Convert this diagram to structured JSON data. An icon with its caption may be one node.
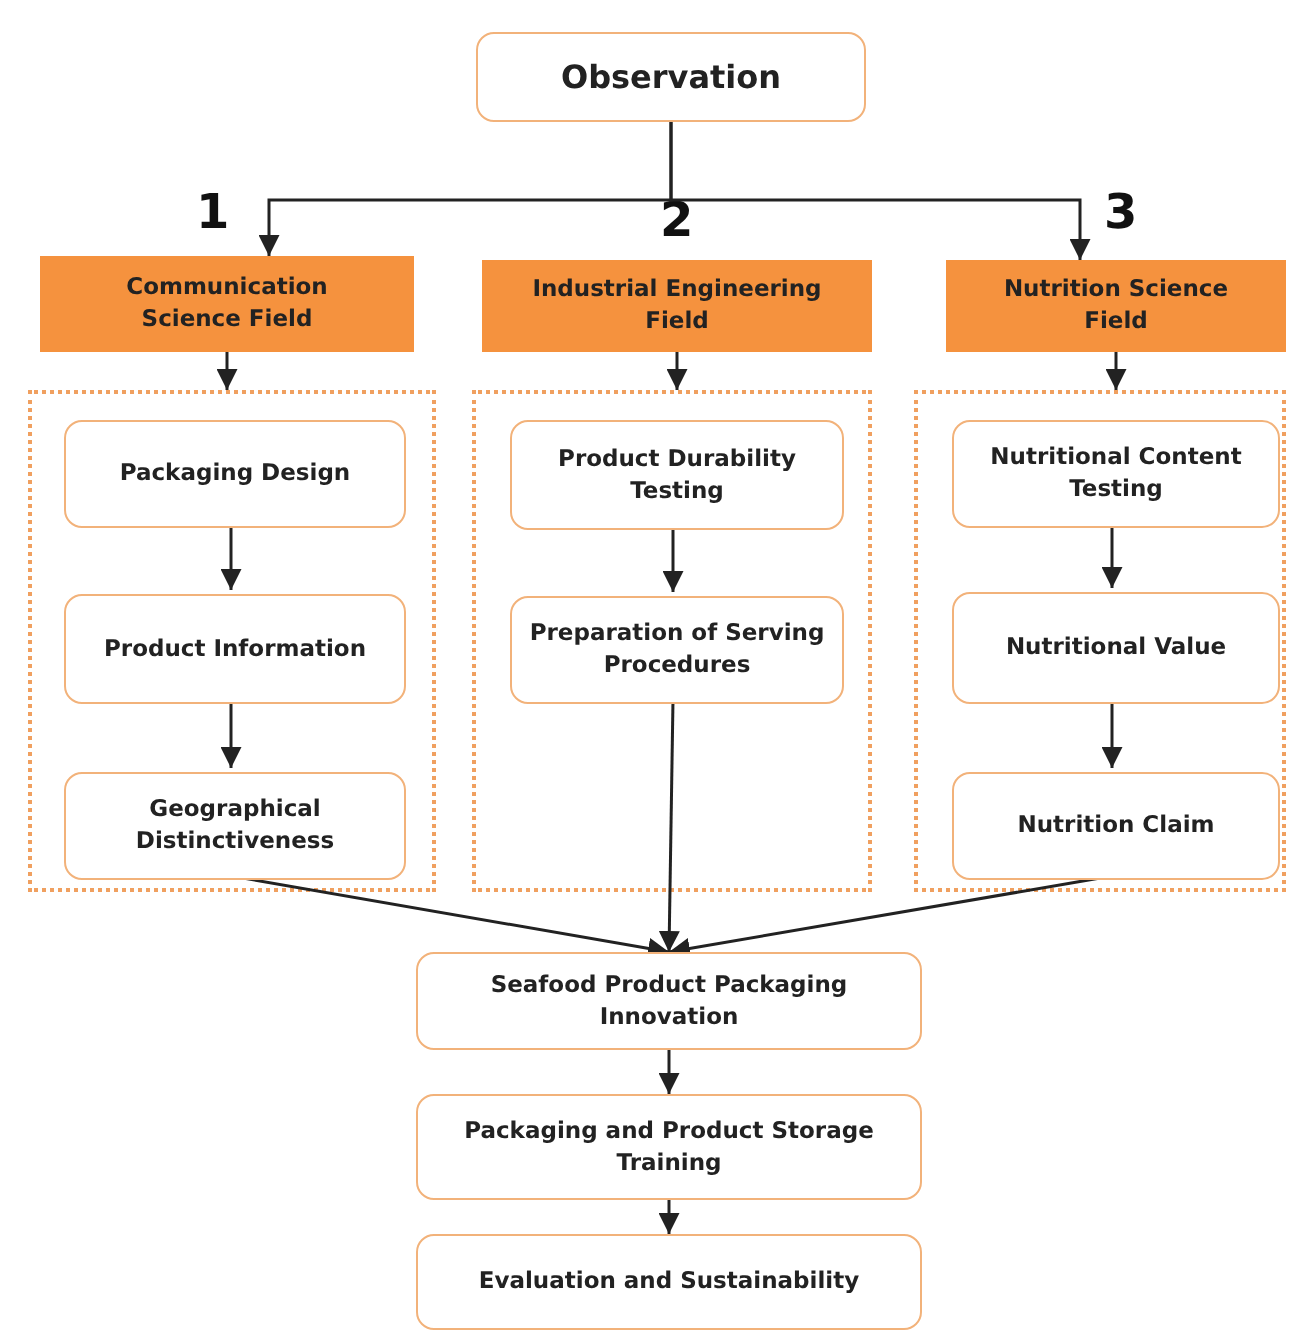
{
  "diagram": {
    "nodes": [
      {
        "text": [
          "Observation"
        ]
      },
      {
        "text": [
          "Communication Science Field"
        ]
      },
      {
        "text": [
          "Industrial Engineering Field"
        ]
      },
      {
        "text": [
          "Nutrition Science Field"
        ]
      },
      {
        "text": [],
        "shape": "box"
      },
      {
        "text": [
          "Packaging Design"
        ],
        "in": 4
      },
      {
        "text": [
          "Product Information"
        ],
        "in": 4
      },
      {
        "text": [
          "Geographical Distinctiveness"
        ],
        "in": 4
      },
      {
        "text": [],
        "shape": "box"
      },
      {
        "text": [
          "Product Durability Testing"
        ],
        "in": 8
      },
      {
        "text": [
          "Preparation of Serving Procedures"
        ],
        "in": 8
      },
      {
        "text": [],
        "shape": "box"
      },
      {
        "text": [
          "Nutritional Content Testing"
        ],
        "in": 11
      },
      {
        "text": [
          "Nutritional Value"
        ],
        "in": 11
      },
      {
        "text": [
          "Nutrition Claim"
        ],
        "in": 11
      },
      {
        "text": [
          "Seafood Product Packaging Innovation"
        ]
      },
      {
        "text": [
          "Packaging and Product Storage Training"
        ]
      },
      {
        "text": [
          "Evaluation and Sustainability"
        ]
      }
    ],
    "edges": [
      {
        "from": 0,
        "to": 1,
        "arrow": "to"
      },
      {
        "from": 0,
        "to": 3,
        "arrow": "to"
      },
      {
        "from": 1,
        "to": 4,
        "arrow": "to"
      },
      {
        "from": 2,
        "to": 8,
        "arrow": "to"
      },
      {
        "from": 3,
        "to": 11,
        "arrow": "to"
      },
      {
        "from": 5,
        "to": 6,
        "arrow": "to"
      },
      {
        "from": 6,
        "to": 7,
        "arrow": "to"
      },
      {
        "from": 9,
        "to": 10,
        "arrow": "to"
      },
      {
        "from": 12,
        "to": 13,
        "arrow": "to"
      },
      {
        "from": 13,
        "to": 14,
        "arrow": "to"
      },
      {
        "from": 7,
        "to": 15,
        "arrow": "to"
      },
      {
        "from": 10,
        "to": 15,
        "arrow": "to"
      },
      {
        "from": 14,
        "to": 15,
        "arrow": "to"
      },
      {
        "from": 15,
        "to": 16,
        "arrow": "to"
      },
      {
        "from": 16,
        "to": 17,
        "arrow": "to"
      }
    ],
    "labels": [
      "1",
      "2",
      "3"
    ]
  }
}
